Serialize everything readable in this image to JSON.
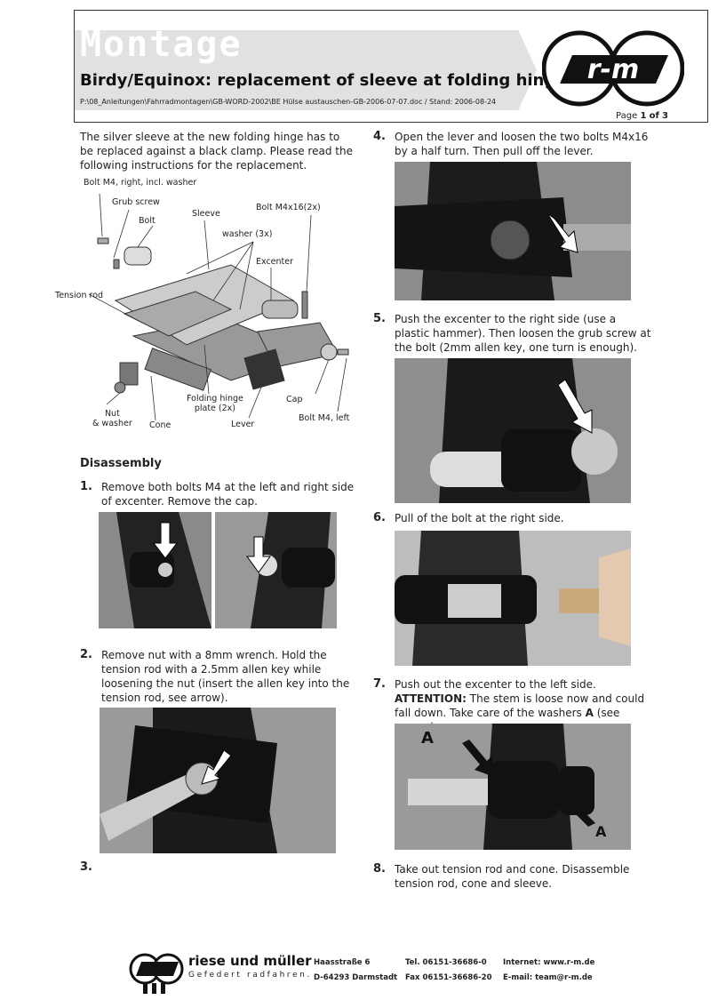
{
  "header": {
    "montage": "Montage",
    "title": "Birdy/Equinox: replacement of sleeve at folding hinge",
    "path": "P:\\08_Anleitungen\\Fahrradmontagen\\GB-WORD-2002\\BE Hülse austauschen-GB-2006-07-07.doc / Stand: 2006-08-24",
    "page_prefix": "Page",
    "page_current": "1",
    "page_of": "of",
    "page_total": "3",
    "logo_text": "r-m"
  },
  "intro": "The silver sleeve at the new folding hinge has to be replaced against a black clamp. Please read the following instructions for the replacement.",
  "diagram_labels": {
    "bolt_right": "Bolt M4, right, incl. washer",
    "grub_screw": "Grub screw",
    "bolt": "Bolt",
    "sleeve": "Sleeve",
    "bolt_m4x16": "Bolt M4x16(2x)",
    "washer": "washer (3x)",
    "excenter": "Excenter",
    "tension_rod": "Tension rod",
    "folding_plate_1": "Folding hinge",
    "folding_plate_2": "plate (2x)",
    "cap": "Cap",
    "bolt_left": "Bolt M4, left",
    "nut_1": "Nut",
    "nut_2": "& washer",
    "cone": "Cone",
    "lever": "Lever"
  },
  "section": "Disassembly",
  "steps": {
    "s1": {
      "num": "1.",
      "text": "Remove both bolts M4 at the left and right side of excenter. Remove the cap."
    },
    "s2": {
      "num": "2.",
      "text": "Remove nut with a 8mm wrench. Hold the tension rod with a 2.5mm allen key while loosening the nut (insert the allen key into the tension rod, see arrow)."
    },
    "s3": {
      "num": "3.",
      "text": ""
    },
    "s4": {
      "num": "4.",
      "text": "Open the lever and loosen the two bolts M4x16 by a half turn. Then pull off the lever."
    },
    "s5": {
      "num": "5.",
      "text": "Push the excenter to the right side (use a plastic hammer). Then loosen the grub screw at the bolt (2mm allen key, one turn is enough)."
    },
    "s6": {
      "num": "6.",
      "text": "Pull of the bolt at the right side."
    },
    "s7": {
      "num": "7.",
      "line1": "Push out the excenter to the left side.",
      "attention_label": "ATTENTION:",
      "attention_text": " The stem is loose now and could fall down. Take care of the washers ",
      "washer_letter": "A",
      "tail": " (see arrows)."
    },
    "s8": {
      "num": "8.",
      "text": "Take out tension rod and cone. Disassemble tension rod, cone and sleeve."
    }
  },
  "photo_labels": {
    "a_top": "A",
    "a_bottom": "A"
  },
  "footer": {
    "brand": "riese und müller",
    "tagline": "Gefedert radfahren.",
    "street": "Haasstraße 6",
    "city": "D-64293 Darmstadt",
    "tel": "Tel. 06151-36686-0",
    "fax": "Fax 06151-36686-20",
    "internet": "Internet: www.r-m.de",
    "email": "E-mail: team@r-m.de"
  }
}
